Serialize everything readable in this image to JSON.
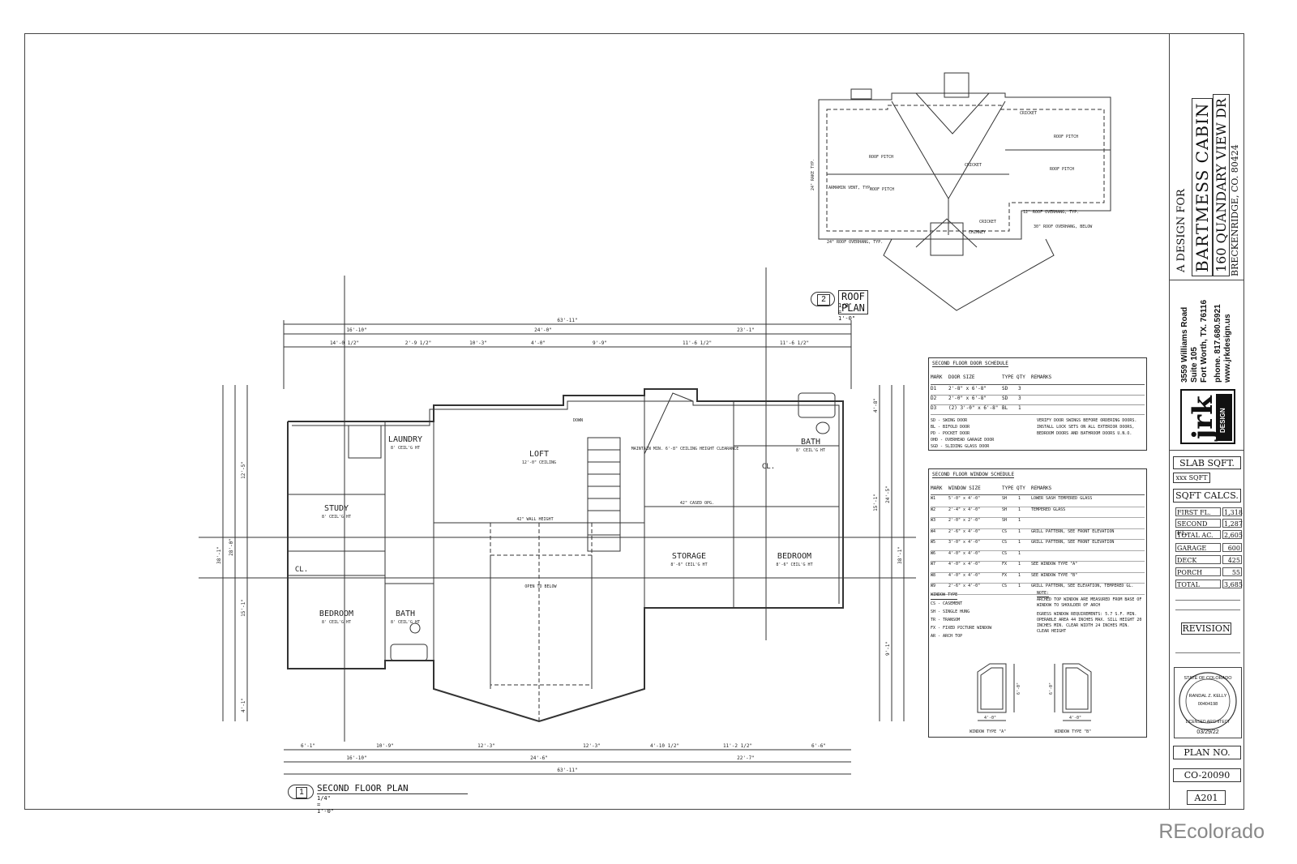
{
  "title_block": {
    "design_for": "A DESIGN FOR",
    "project_name": "BARTMESS CABIN",
    "address": "160 QUANDARY VIEW DR",
    "city": "BRECKENRIDGE, CO. 80424",
    "firm_address_1": "3559 Williams Road",
    "firm_address_2": "Suite 105",
    "firm_address_3": "Fort Worth, TX. 76116",
    "firm_phone": "phone. 817.680.5921",
    "firm_web": "www.jrkdesign.us",
    "firm_logo": "jrk",
    "firm_logo_sub": "DESIGN",
    "slab_sqft_label": "SLAB SQFT.",
    "slab_sqft_value": "xxx SQFT",
    "sqft_calcs_label": "SQFT CALCS.",
    "calcs": [
      {
        "label": "FIRST FL.",
        "value": "1,318"
      },
      {
        "label": "SECOND FL.",
        "value": "1,287"
      },
      {
        "label": "TOTAL AC.",
        "value": "2,605"
      },
      {
        "label": "GARAGE",
        "value": "600"
      },
      {
        "label": "DECK",
        "value": "425"
      },
      {
        "label": "PORCH",
        "value": "55"
      },
      {
        "label": "TOTAL",
        "value": "3,685"
      }
    ],
    "revision_label": "REVISION",
    "seal_line_1": "STATE OF COLORADO",
    "seal_line_2": "RANDAL Z. KELLY",
    "seal_line_3": "00404198",
    "seal_line_4": "LICENSED ARCHITECT",
    "seal_date": "03/29/22",
    "plan_no_label": "PLAN NO.",
    "plan_no": "CO-20090",
    "sheet_no": "A201"
  },
  "roof_plan": {
    "number": "2",
    "title": "ROOF PLAN",
    "scale": "1/8\" = 1'-0\"",
    "notes": [
      "ROOF PITCH",
      "CRICKET",
      "CHIMNEY",
      "ARMAMIN VENT, TYP.",
      "24\" ROOF OVERHANG, TYP.",
      "12\" ROOF OVERHANG, TYP.",
      "30\" ROOF OVERHANG, BELOW",
      "24\" RAKE TYP."
    ]
  },
  "floor_plan": {
    "number": "1",
    "title": "SECOND FLOOR PLAN",
    "scale": "1/4\" = 1'-0\"",
    "overall_dim": "63'-11\"",
    "top_dims_1": [
      "16'-10\"",
      "24'-0\"",
      "23'-1\""
    ],
    "top_dims_2": [
      "14'-0 1/2\"",
      "2'-9 1/2\"",
      "10'-3\"",
      "4'-0\"",
      "9'-9\"",
      "11'-6 1/2\"",
      "11'-6 1/2\""
    ],
    "bottom_dims_1": [
      "6'-1\"",
      "10'-9\"",
      "12'-3\"",
      "12'-3\"",
      "4'-10 1/2\"",
      "11'-2 1/2\"",
      "6'-6\""
    ],
    "bottom_dims_2": [
      "16'-10\"",
      "24'-6\"",
      "22'-7\""
    ],
    "left_dims": [
      "38'-1\"",
      "28'-0\"",
      "12'-5\"",
      "15'-1\"",
      "4'-1\""
    ],
    "right_dims": [
      "38'-1\"",
      "24'-5\"",
      "15'-1\"",
      "9'-1\"",
      "4'-8\""
    ],
    "rooms": [
      {
        "name": "LAUNDRY",
        "height": "8' CEIL'G HT"
      },
      {
        "name": "LOFT",
        "height": "12'-0\" CEILING"
      },
      {
        "name": "STUDY",
        "height": "8' CEIL'G HT"
      },
      {
        "name": "CL.",
        "height": ""
      },
      {
        "name": "BEDROOM",
        "height": "8' CEIL'G HT"
      },
      {
        "name": "BATH",
        "height": "8' CEIL'G HT"
      },
      {
        "name": "STORAGE",
        "height": "8'-6\" CEIL'G HT"
      },
      {
        "name": "BEDROOM",
        "height": "8'-6\" CEIL'G HT"
      },
      {
        "name": "BATH",
        "height": "8' CEIL'G HT"
      },
      {
        "name": "CL.",
        "height": ""
      }
    ],
    "notes": [
      "42\" WALL HEIGHT",
      "OPEN TO BELOW",
      "DOWN",
      "42\" CASED OPG.",
      "MAINTAIN MIN. 6'-8\" CEILING HEIGHT CLEARANCE"
    ]
  },
  "door_schedule": {
    "title": "SECOND FLOOR DOOR SCHEDULE",
    "headers": [
      "MARK",
      "DOOR SIZE",
      "TYPE",
      "QTY",
      "REMARKS"
    ],
    "rows": [
      [
        "D1",
        "2'-8\" x 6'-8\"",
        "SD",
        "3",
        ""
      ],
      [
        "D2",
        "2'-0\" x 6'-8\"",
        "SD",
        "3",
        ""
      ],
      [
        "D3",
        "(2) 3'-0\" x 6'-8\"",
        "BL",
        "1",
        ""
      ]
    ],
    "legend": [
      "SD - SWING DOOR",
      "BL - BIFOLD DOOR",
      "PD - POCKET DOOR",
      "OHD - OVERHEAD GARAGE DOOR",
      "SGD - SLIDING GLASS DOOR"
    ],
    "note_1": "VERIFY DOOR SWINGS BEFORE ORDERING DOORS.",
    "note_2": "INSTALL LOCK SETS ON ALL EXTERIOR DOORS, BEDROOM DOORS AND BATHROOM DOORS U.N.O."
  },
  "window_schedule": {
    "title": "SECOND FLOOR WINDOW SCHEDULE",
    "headers": [
      "MARK",
      "WINDOW SIZE",
      "TYPE",
      "QTY",
      "REMARKS"
    ],
    "rows": [
      [
        "W1",
        "5'-0\" x 4'-0\"",
        "SH",
        "1",
        "LOWER SASH TEMPERED GLASS"
      ],
      [
        "W2",
        "2'-4\" x 4'-0\"",
        "SH",
        "1",
        "TEMPERED GLASS"
      ],
      [
        "W3",
        "2'-0\" x 2'-0\"",
        "SH",
        "1",
        ""
      ],
      [
        "W4",
        "2'-6\" x 4'-0\"",
        "CS",
        "1",
        "GRILL PATTERN, SEE FRONT ELEVATION"
      ],
      [
        "W5",
        "3'-0\" x 4'-0\"",
        "CS",
        "1",
        "GRILL PATTERN, SEE FRONT ELEVATION"
      ],
      [
        "W6",
        "4'-0\" x 4'-0\"",
        "CS",
        "1",
        ""
      ],
      [
        "W7",
        "4'-0\" x 4'-0\"",
        "FX",
        "1",
        "SEE WINDOW TYPE \"A\""
      ],
      [
        "W8",
        "4'-0\" x 4'-0\"",
        "FX",
        "1",
        "SEE WINDOW TYPE \"B\""
      ],
      [
        "W9",
        "2'-6\" x 4'-0\"",
        "CS",
        "1",
        "GRILL PATTERN, SEE ELEVATION, TEMPERED GL."
      ]
    ],
    "types_title": "WINDOW TYPE",
    "types": [
      "CS - CASEMENT",
      "SH - SINGLE HUNG",
      "TR - TRANSOM",
      "FX - FIXED PICTURE WINDOW",
      "AR - ARCH TOP"
    ],
    "note_title": "NOTE:",
    "note_1": "ARCHED TOP WINDOW ARE MEASURED FROM BASE OF WINDOW TO SHOULDER OF ARCH",
    "note_2": "EGRESS WINDOW REQUIREMENTS: 5.7 S.F. MIN. OPERABLE AREA 44 INCHES MAX. SILL HEIGHT 20 INCHES MIN. CLEAR WIDTH 24 INCHES MIN. CLEAR HEIGHT",
    "type_a_label": "WINDOW TYPE \"A\"",
    "type_b_label": "WINDOW TYPE \"B\"",
    "type_dim_w": "4'-0\"",
    "type_dim_h": "6'-0\""
  },
  "watermark": "REcolorado"
}
